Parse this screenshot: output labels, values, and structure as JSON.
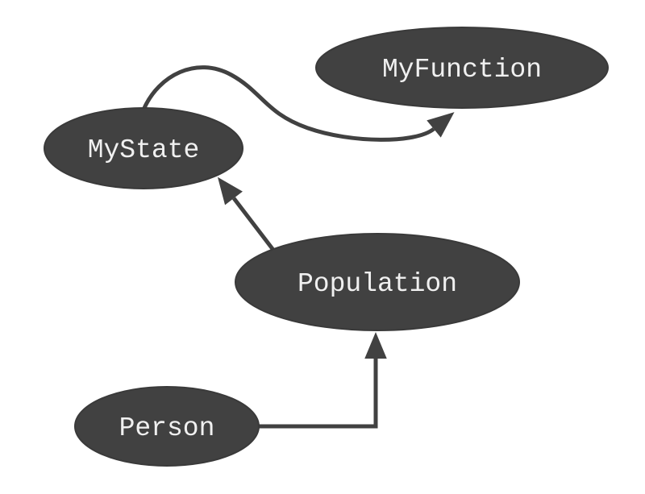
{
  "diagram": {
    "type": "dependency-graph",
    "background": "#ffffff",
    "nodes": [
      {
        "id": "myfunction",
        "label": "MyFunction"
      },
      {
        "id": "mystate",
        "label": "MyState"
      },
      {
        "id": "population",
        "label": "Population"
      },
      {
        "id": "person",
        "label": "Person"
      }
    ],
    "edges": [
      {
        "from": "MyState",
        "to": "MyFunction",
        "style": "curved-s",
        "arrowhead": "triangle"
      },
      {
        "from": "Population",
        "to": "MyState",
        "style": "straight",
        "arrowhead": "triangle"
      },
      {
        "from": "Person",
        "to": "Population",
        "style": "elbow",
        "arrowhead": "triangle"
      }
    ],
    "colors": {
      "node_fill": "#414141",
      "node_text": "#f0f0f0",
      "edge_stroke": "#414141",
      "background": "#ffffff"
    }
  }
}
